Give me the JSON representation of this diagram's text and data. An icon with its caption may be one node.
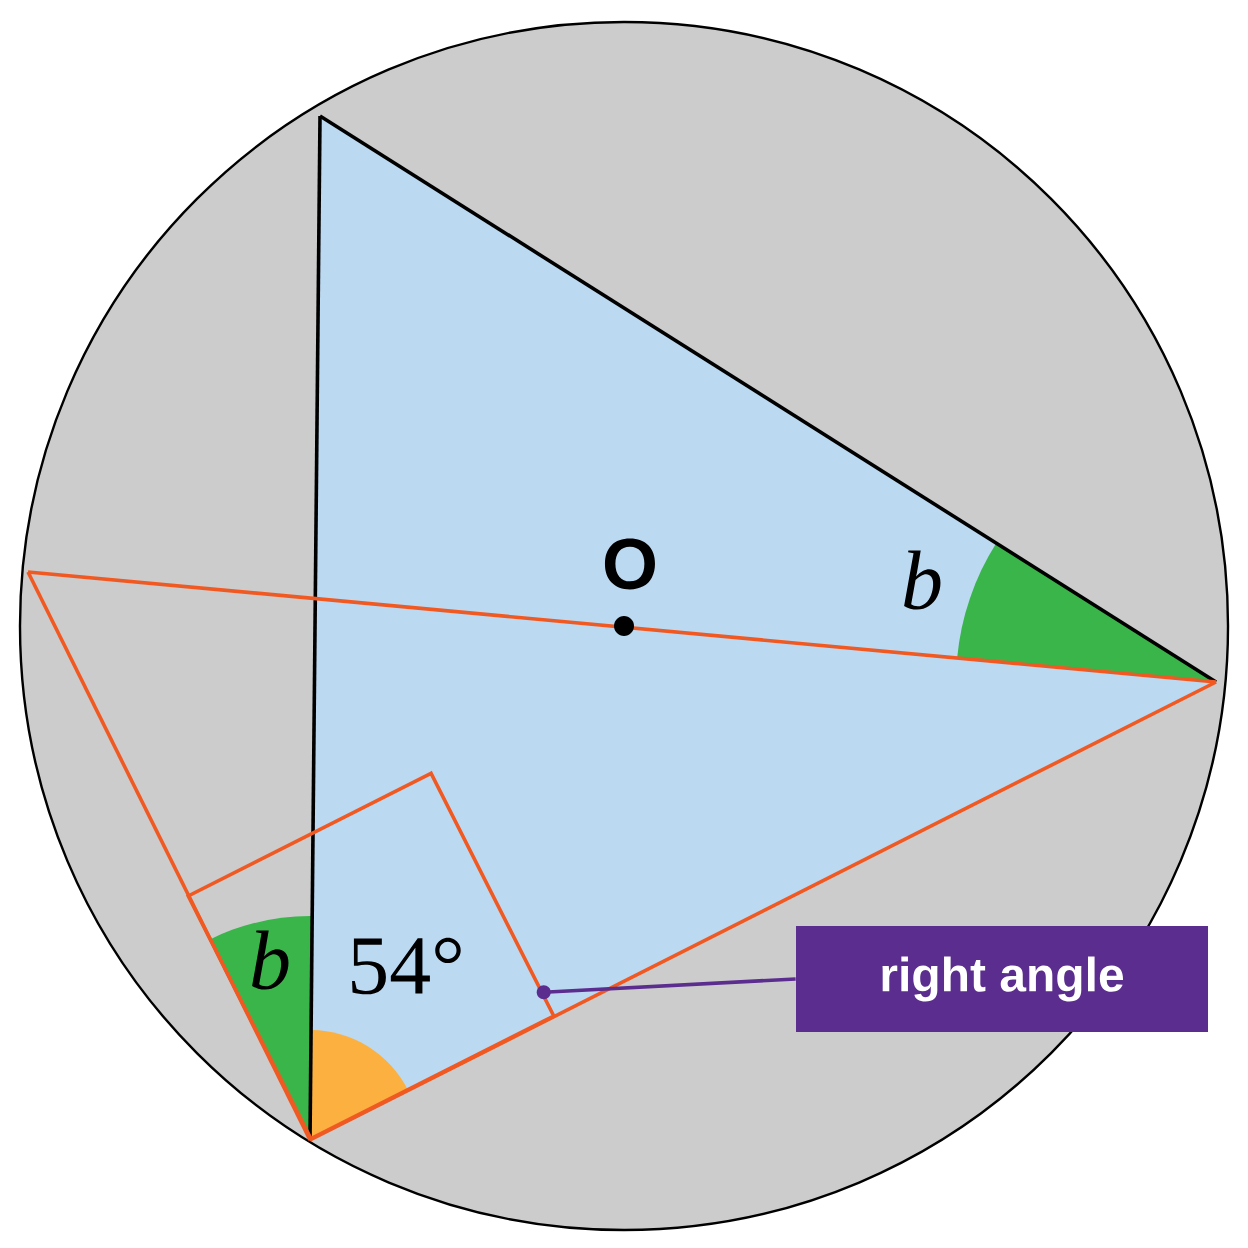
{
  "diagram": {
    "nodes": [
      {
        "text": [
          "right angle"
        ]
      },
      {
        "text": [],
        "shape": "box"
      }
    ],
    "edges": [
      {
        "from": 0,
        "to": 1,
        "arrow": "other"
      }
    ],
    "labels": [
      "O",
      "b",
      "b",
      "54°"
    ]
  }
}
